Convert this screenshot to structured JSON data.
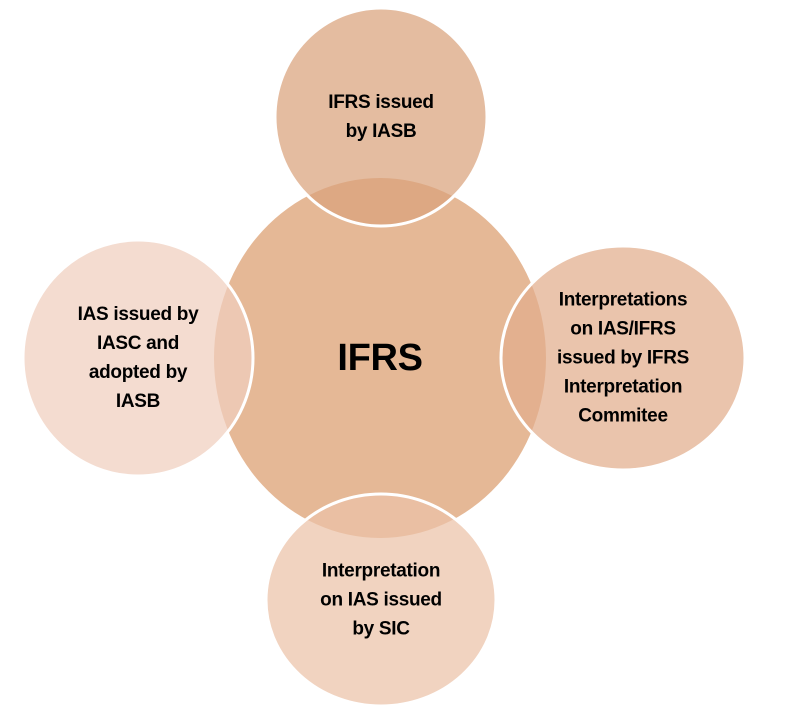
{
  "center": {
    "label": "IFRS",
    "color": "#e5b896"
  },
  "satellites": [
    {
      "id": "top",
      "lines": [
        "IFRS issued",
        "by IASB"
      ],
      "color": "#d9a27c"
    },
    {
      "id": "right",
      "lines": [
        "Interpretations",
        "on IAS/IFRS",
        "issued by IFRS",
        "Interpretation",
        "Commitee"
      ],
      "color": "#e2ad8c"
    },
    {
      "id": "bottom",
      "lines": [
        "Interpretation",
        "on IAS issued",
        "by SIC"
      ],
      "color": "#ebc2a8"
    },
    {
      "id": "left",
      "lines": [
        "IAS issued by",
        "IASC and",
        "adopted by",
        "IASB"
      ],
      "color": "#f0cfbe"
    }
  ]
}
